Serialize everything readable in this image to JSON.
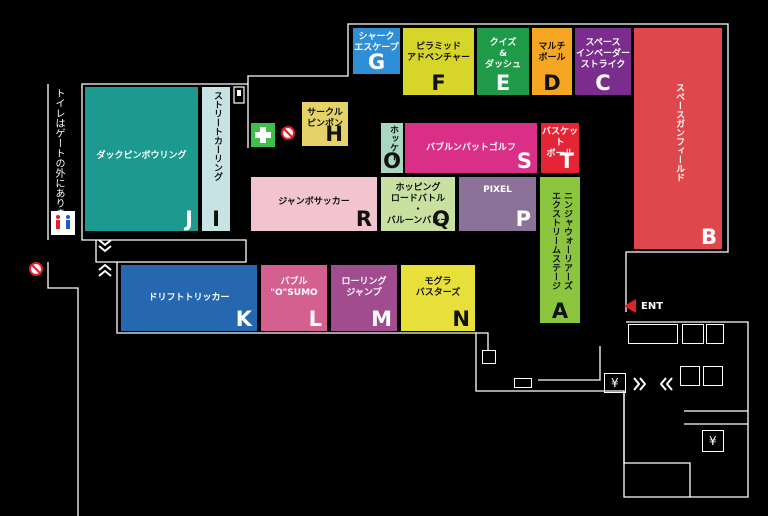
{
  "attractions": [
    {
      "id": "A",
      "name": "ニンジャウォーリアーズ\nエクストリームステージ",
      "color": "#8cc63f",
      "vertical": true
    },
    {
      "id": "B",
      "name": "スペースガンフィールド",
      "color": "#e0474c",
      "vertical": true
    },
    {
      "id": "C",
      "name": "スペース\nインベーダー\nストライク",
      "color": "#7b2d8e"
    },
    {
      "id": "D",
      "name": "マルチ\nボール",
      "color": "#f5a623"
    },
    {
      "id": "E",
      "name": "クイズ\n&\nダッシュ",
      "color": "#1f9a48"
    },
    {
      "id": "F",
      "name": "ピラミッド\nアドベンチャー",
      "color": "#d8d52a"
    },
    {
      "id": "G",
      "name": "シャーク\nエスケープ",
      "color": "#2f8fd6"
    },
    {
      "id": "H",
      "name": "サークル\nピンポン",
      "color": "#e5d36a"
    },
    {
      "id": "I",
      "name": "ストリートカーリング",
      "color": "#c7e3e4",
      "vertical": true
    },
    {
      "id": "J",
      "name": "ダックピンボウリング",
      "color": "#1c9a8f"
    },
    {
      "id": "K",
      "name": "ドリフトトリッカー",
      "color": "#2668b0"
    },
    {
      "id": "L",
      "name": "バブル\n\"O\"SUMO",
      "color": "#d4608f"
    },
    {
      "id": "M",
      "name": "ローリング\nジャンプ",
      "color": "#a14c8e"
    },
    {
      "id": "N",
      "name": "モグラ\nバスターズ",
      "color": "#e8e03a"
    },
    {
      "id": "O",
      "name": "ホッケー",
      "color": "#a8d8c0",
      "vertical": true
    },
    {
      "id": "P",
      "name": "PIXEL",
      "color": "#8a7299"
    },
    {
      "id": "Q",
      "name": "ホッピング\nロードバトル\n・\nバルーンバレー",
      "color": "#c8e0a0"
    },
    {
      "id": "R",
      "name": "ジャンボサッカー",
      "color": "#f2c4cf"
    },
    {
      "id": "S",
      "name": "バブルンパットゴルフ",
      "color": "#d92f86"
    },
    {
      "id": "T",
      "name": "バスケット\nボール",
      "color": "#e52436"
    }
  ],
  "labels": {
    "entrance": "ENT",
    "toilet_note": "トイレはゲートの外にあります",
    "yen": "¥"
  },
  "icons": {
    "first_aid": "first-aid-icon",
    "no_entry": "no-entry-icon",
    "locker": "locker-icon",
    "toilet": "toilet-icon",
    "atm": "yen-icon",
    "chevrons": "chevron-icon"
  }
}
